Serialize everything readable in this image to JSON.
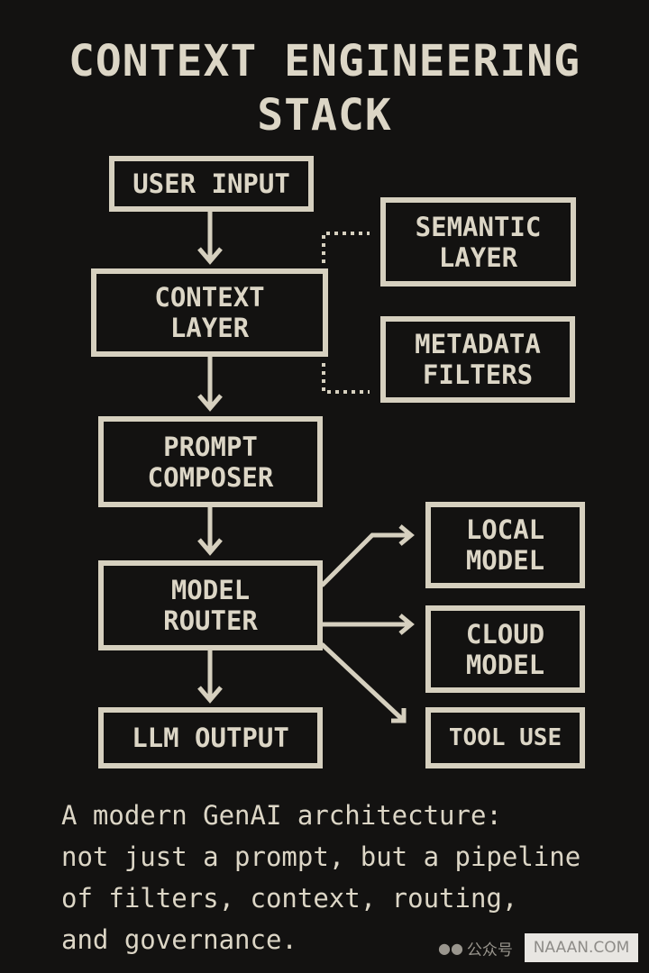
{
  "title": {
    "line1": "CONTEXT ENGINEERING",
    "line2": "STACK"
  },
  "nodes": {
    "user_input": "USER INPUT",
    "context_layer": [
      "CONTEXT",
      "LAYER"
    ],
    "semantic_layer": [
      "SEMANTIC",
      "LAYER"
    ],
    "metadata_filters": [
      "METADATA",
      "FILTERS"
    ],
    "prompt_composer": [
      "PROMPT",
      "COMPOSER"
    ],
    "model_router": [
      "MODEL",
      "ROUTER"
    ],
    "local_model": [
      "LOCAL",
      "MODEL"
    ],
    "cloud_model": [
      "CLOUD",
      "MODEL"
    ],
    "llm_output": "LLM OUTPUT",
    "tool_use": "TOOL USE"
  },
  "caption": [
    "A modern GenAI architecture:",
    "not just a prompt, but a pipeline",
    "of filters, context, routing,",
    "and governance."
  ],
  "watermark": {
    "label": "公众号",
    "badge": "NAAAN.COM"
  },
  "colors": {
    "background": "#131211",
    "foreground": "#dcd6c6"
  }
}
